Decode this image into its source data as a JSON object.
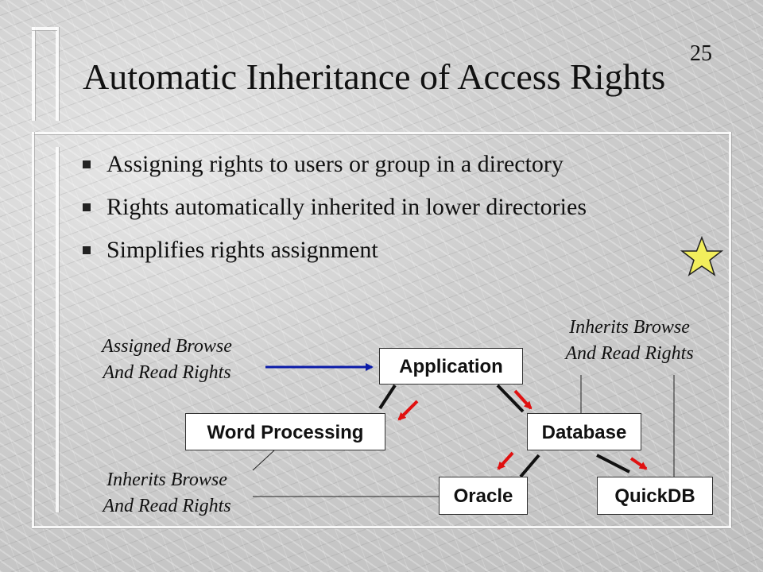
{
  "slide": {
    "number": "25",
    "title": "Automatic Inheritance of Access Rights",
    "bullets": [
      "Assigning rights to users or group in a directory",
      "Rights automatically inherited in lower directories",
      "Simplifies rights assignment"
    ]
  },
  "diagram": {
    "nodes": {
      "application": "Application",
      "word_processing": "Word Processing",
      "database": "Database",
      "oracle": "Oracle",
      "quickdb": "QuickDB"
    },
    "notes": {
      "assigned_line1": "Assigned Browse",
      "assigned_line2": "And Read Rights",
      "inherits_top_line1": "Inherits Browse",
      "inherits_top_line2": "And Read Rights",
      "inherits_bottom_line1": "Inherits Browse",
      "inherits_bottom_line2": "And Read Rights"
    },
    "colors": {
      "assign_arrow": "#0a1aa8",
      "inherit_arrow": "#e01010",
      "star": "#f2ee5c"
    }
  }
}
